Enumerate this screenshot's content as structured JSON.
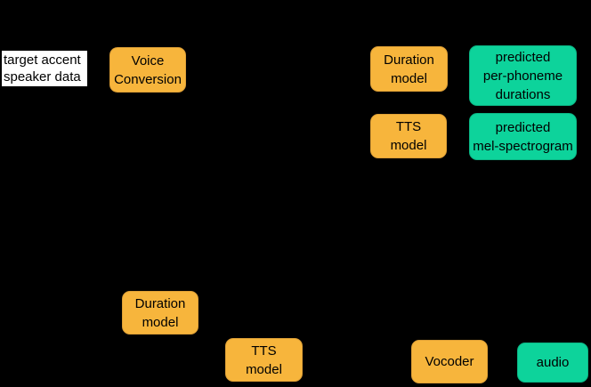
{
  "diagram": {
    "background": "#000000",
    "palette": {
      "process_fill": "#F7B53C",
      "process_border": "#DFA036",
      "output_fill": "#0DD39B",
      "output_border": "#0BB584",
      "label_bg": "#FFFFFF",
      "text_color": "#000000"
    },
    "nodes": {
      "target_data": {
        "label": "target accent\nspeaker data",
        "type": "data-label"
      },
      "voice_conversion": {
        "label": "Voice\nConversion",
        "type": "process"
      },
      "duration_model_top": {
        "label": "Duration\nmodel",
        "type": "process"
      },
      "predicted_durations": {
        "label": "predicted\nper-phoneme\ndurations",
        "type": "output"
      },
      "tts_model_top": {
        "label": "TTS\nmodel",
        "type": "process"
      },
      "predicted_mel": {
        "label": "predicted\nmel-spectrogram",
        "type": "output"
      },
      "duration_model_bottom": {
        "label": "Duration\nmodel",
        "type": "process"
      },
      "tts_model_bottom": {
        "label": "TTS\nmodel",
        "type": "process"
      },
      "vocoder": {
        "label": "Vocoder",
        "type": "process"
      },
      "audio": {
        "label": "audio",
        "type": "output"
      }
    }
  }
}
